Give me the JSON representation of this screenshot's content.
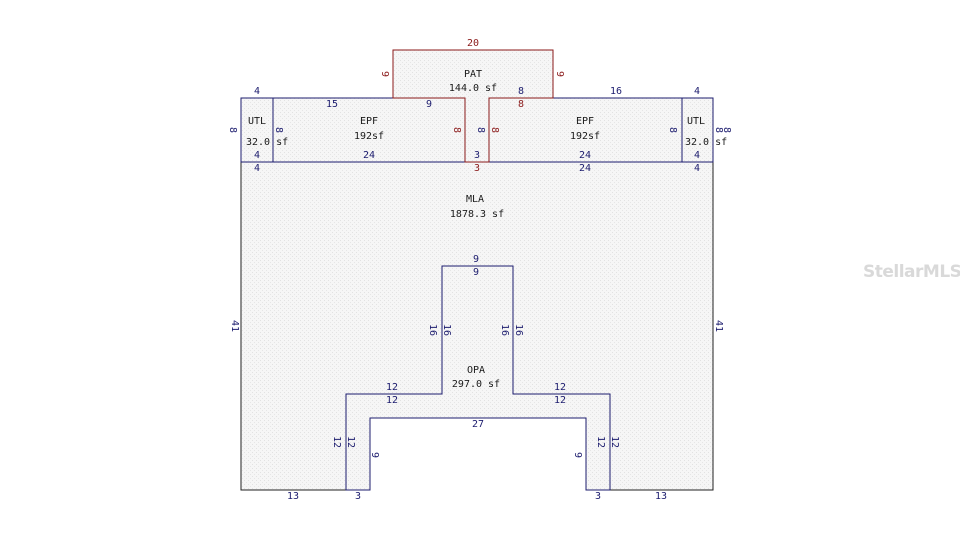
{
  "colors": {
    "navy_line": "#1c1c6e",
    "red_line": "#8b1a1a",
    "black_line": "#222222",
    "fill": "#f3f3f3"
  },
  "watermark": "StellarMLS",
  "areas": {
    "pat": {
      "name": "PAT",
      "area": "144.0 sf"
    },
    "epf_left": {
      "name": "EPF",
      "area": "192sf"
    },
    "epf_right": {
      "name": "EPF",
      "area": "192sf"
    },
    "utl_left": {
      "name": "UTL",
      "area": "32.0 sf"
    },
    "utl_right": {
      "name": "UTL",
      "area": "32.0 sf"
    },
    "mla": {
      "name": "MLA",
      "area": "1878.3 sf"
    },
    "opa": {
      "name": "OPA",
      "area": "297.0 sf"
    }
  },
  "dims": {
    "pat_top": "20",
    "pat_left": "9",
    "pat_right": "9",
    "pat_bottom_left": "9",
    "pat_bottom_right": "8",
    "pat_bottom_right2": "8",
    "utl_l_top": "4",
    "utl_l_left": "8",
    "utl_l_right": "8",
    "utl_l_bottom": "4",
    "utl_l_under": "4",
    "epf_l_top": "15",
    "epf_l_right": "8",
    "epf_l_bottom": "24",
    "gap_left": "8",
    "gap_bottom": "3",
    "gap_under": "3",
    "epf_r_left": "8",
    "epf_r_top": "16",
    "epf_r_right": "8",
    "epf_r_bottom": "24",
    "epf_r_under": "24",
    "utl_r_top": "4",
    "utl_r_left": "8",
    "utl_r_right": "8",
    "utl_r_bottom": "4",
    "utl_r_under": "4",
    "mla_left": "41",
    "mla_right": "41",
    "opa_top_out": "9",
    "opa_top_in": "9",
    "opa_stem_l_out": "16",
    "opa_stem_l_in": "16",
    "opa_stem_r_in": "16",
    "opa_stem_r_out": "16",
    "opa_arm_l_top": "12",
    "opa_arm_l_bot": "12",
    "opa_arm_r_top": "12",
    "opa_arm_r_bot": "12",
    "opa_leg_l_out": "12",
    "opa_leg_l_in": "12",
    "opa_leg_r_in": "12",
    "opa_leg_r_out": "12",
    "opa_inner_top": "27",
    "opa_inner_l": "9",
    "opa_inner_r": "9",
    "bottom_left": "13",
    "bottom_l_foot": "3",
    "bottom_r_foot": "3",
    "bottom_right": "13"
  }
}
